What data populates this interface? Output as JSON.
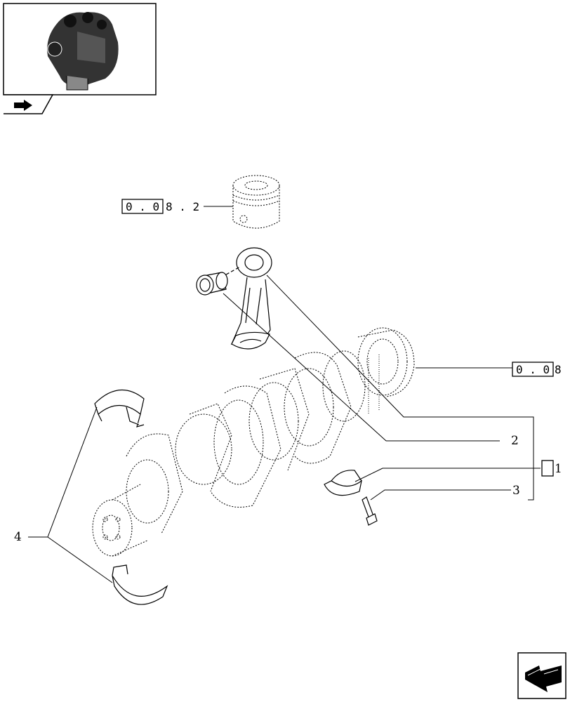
{
  "diagram": {
    "ref_piston": {
      "boxed": "0 . 0",
      "suffix": "8 . 2"
    },
    "ref_flywheel": {
      "boxed": "0 . 0",
      "suffix": "8"
    },
    "callouts": {
      "c1": "1",
      "c2": "2",
      "c3": "3",
      "c4": "4"
    }
  },
  "icons": {
    "thumbnail": "engine-thumbnail-icon",
    "tab": "nav-arrow-icon",
    "corner": "next-page-arrow-icon"
  }
}
